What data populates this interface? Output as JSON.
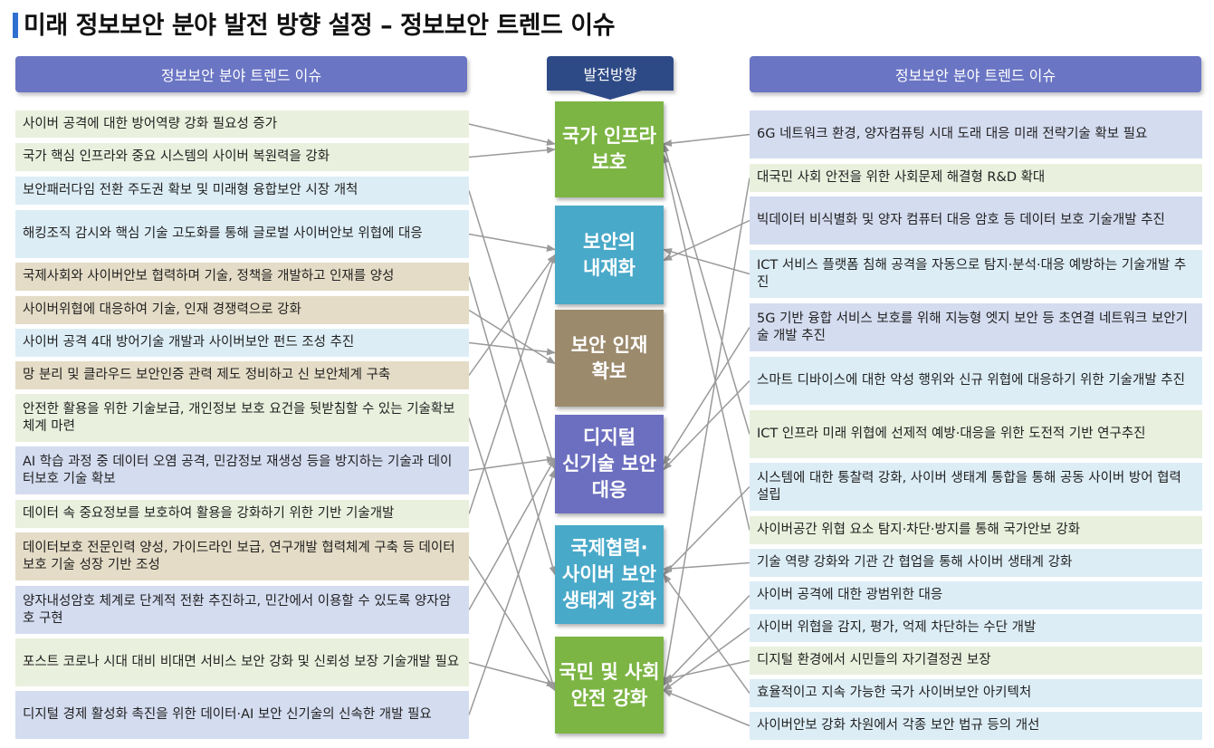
{
  "title": "미래 정보보안 분야 발전 방향 설정 – 정보보안 트렌드 이슈",
  "left_header": "정보보안 분야 트렌드 이슈",
  "center_header": "발전방향",
  "right_header": "정보보안 분야 트렌드 이슈",
  "colors": {
    "green_box": "#7cb544",
    "teal_box": "#49a9c9",
    "brown_box": "#9c8a6c",
    "purple_box": "#6c6fbf",
    "arrow": "#9a9a9a"
  },
  "center_boxes": [
    {
      "label": "국가 인프라\n보호",
      "color": "#7cb544"
    },
    {
      "label": "보안의\n내재화",
      "color": "#49a9c9"
    },
    {
      "label": "보안 인재\n확보",
      "color": "#9c8a6c"
    },
    {
      "label": "디지털\n신기술 보안\n대응",
      "color": "#6c6fbf"
    },
    {
      "label": "국제협력·\n사이버 보안\n생태계 강화",
      "color": "#49a9c9"
    },
    {
      "label": "국민 및 사회\n안전 강화",
      "color": "#7cb544"
    }
  ],
  "left_items": [
    {
      "text": "사이버 공격에 대한 방어역량 강화 필요성 증가",
      "color": "green"
    },
    {
      "text": "국가 핵심 인프라와 중요 시스템의 사이버 복원력을 강화",
      "color": "green"
    },
    {
      "text": "보안패러다임 전환 주도권 확보 및 미래형 융합보안 시장 개척",
      "color": "blue"
    },
    {
      "text": "해킹조직 감시와 핵심 기술 고도화를 통해 글로벌 사이버안보 위협에 대응",
      "color": "blue"
    },
    {
      "text": "국제사회와 사이버안보 협력하며 기술, 정책을 개발하고 인재를 양성",
      "color": "tan"
    },
    {
      "text": "사이버위협에 대응하여 기술, 인재 경쟁력으로 강화",
      "color": "tan"
    },
    {
      "text": "사이버 공격 4대 방어기술 개발과 사이버보안 펀드 조성 추진",
      "color": "blue"
    },
    {
      "text": "망 분리 및 클라우드 보안인증 관력 제도 정비하고 신 보안체계 구축",
      "color": "tan"
    },
    {
      "text": "안전한 활용을 위한 기술보급, 개인정보 보호 요건을 뒷받침할 수 있는 기술확보 체계 마련",
      "color": "green"
    },
    {
      "text": "AI 학습 과정 중 데이터 오염 공격, 민감정보 재생성 등을 방지하는 기술과 데이터보호 기술 확보",
      "color": "lav"
    },
    {
      "text": "데이터 속 중요정보를 보호하여 활용을 강화하기 위한 기반 기술개발",
      "color": "green"
    },
    {
      "text": "데이터보호 전문인력 양성, 가이드라인 보급, 연구개발 협력체계 구축 등 데이터보호 기술 성장 기반 조성",
      "color": "tan"
    },
    {
      "text": "양자내성암호 체계로 단계적 전환 추진하고, 민간에서 이용할 수 있도록 양자암호 구현",
      "color": "lav"
    },
    {
      "text": "포스트 코로나 시대 대비 비대면 서비스 보안 강화 및 신뢰성 보장 기술개발 필요",
      "color": "green"
    },
    {
      "text": "디지털 경제 활성화 촉진을 위한 데이터·AI 보안 신기술의 신속한 개발 필요",
      "color": "lav"
    }
  ],
  "right_items": [
    {
      "text": "6G 네트워크 환경, 양자컴퓨팅 시대 도래 대응 미래 전략기술 확보 필요",
      "color": "lav"
    },
    {
      "text": "대국민 사회 안전을 위한 사회문제 해결형 R&D 확대",
      "color": "green"
    },
    {
      "text": "빅데이터 비식별화 및 양자 컴퓨터 대응 암호 등 데이터 보호 기술개발 추진",
      "color": "lav"
    },
    {
      "text": "ICT 서비스 플랫폼 침해 공격을 자동으로 탐지·분석·대응 예방하는 기술개발 추진",
      "color": "blue"
    },
    {
      "text": "5G 기반 융합 서비스 보호를 위해 지능형 엣지 보안 등 초연결 네트워크 보안기술 개발 추진",
      "color": "lav"
    },
    {
      "text": "스마트 디바이스에 대한 악성 행위와 신규 위협에 대응하기 위한 기술개발 추진",
      "color": "blue"
    },
    {
      "text": "ICT 인프라 미래 위협에 선제적 예방·대응을 위한 도전적 기반 연구추진",
      "color": "green"
    },
    {
      "text": "시스템에 대한 통찰력 강화, 사이버 생태계 통합을 통해 공동 사이버 방어 협력 설립",
      "color": "blue"
    },
    {
      "text": "사이버공간 위협 요소 탐지·차단·방지를 통해 국가안보 강화",
      "color": "green"
    },
    {
      "text": "기술 역량 강화와 기관 간 협업을 통해 사이버 생태계 강화",
      "color": "blue"
    },
    {
      "text": "사이버 공격에 대한 광범위한 대응",
      "color": "blue"
    },
    {
      "text": "사이버 위협을 감지, 평가, 억제 차단하는 수단 개발",
      "color": "blue"
    },
    {
      "text": "디지털 환경에서 시민들의 자기결정권 보장",
      "color": "green"
    },
    {
      "text": "효율적이고 지속 가능한 국가 사이버보안 아키텍처",
      "color": "blue"
    },
    {
      "text": "사이버안보 강화 차원에서 각종 보안 법규 등의 개선",
      "color": "blue"
    }
  ],
  "left_links": [
    0,
    0,
    3,
    1,
    4,
    2,
    2,
    1,
    5,
    3,
    1,
    5,
    3,
    5,
    3
  ],
  "right_links": [
    0,
    5,
    1,
    1,
    3,
    3,
    0,
    4,
    0,
    4,
    5,
    5,
    5,
    4,
    5
  ]
}
